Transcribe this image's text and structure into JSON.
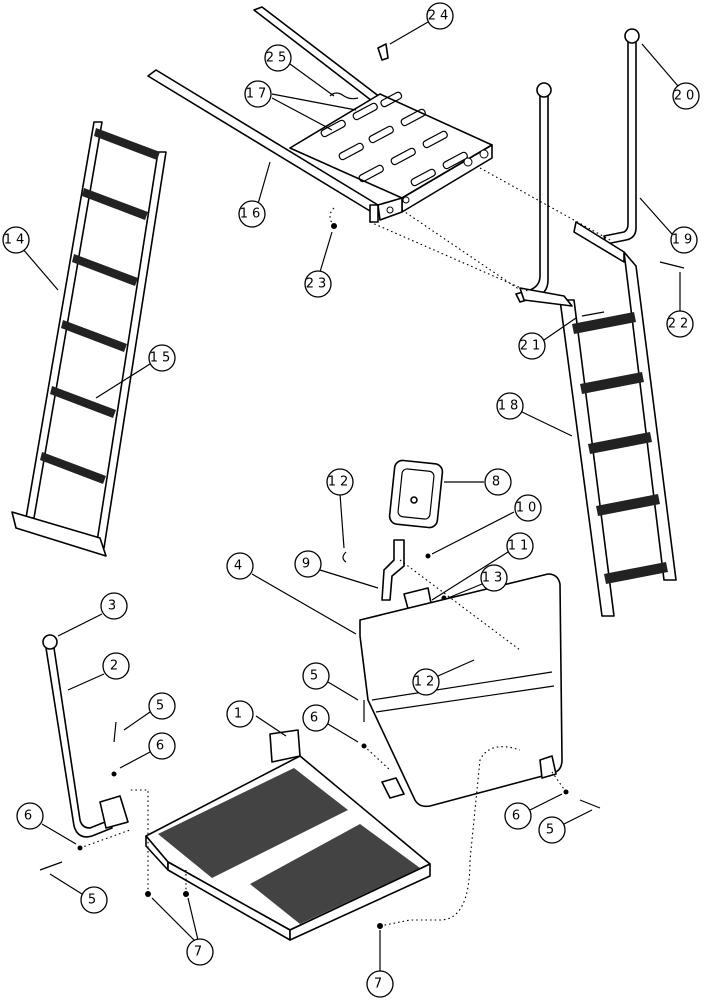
{
  "callouts": [
    {
      "id": "c1",
      "label": "1"
    },
    {
      "id": "c2",
      "label": "2"
    },
    {
      "id": "c3",
      "label": "3"
    },
    {
      "id": "c4",
      "label": "4"
    },
    {
      "id": "c5a",
      "label": "5"
    },
    {
      "id": "c5b",
      "label": "5"
    },
    {
      "id": "c5c",
      "label": "5"
    },
    {
      "id": "c5d",
      "label": "5"
    },
    {
      "id": "c6a",
      "label": "6"
    },
    {
      "id": "c6b",
      "label": "6"
    },
    {
      "id": "c6c",
      "label": "6"
    },
    {
      "id": "c6d",
      "label": "6"
    },
    {
      "id": "c7a",
      "label": "7"
    },
    {
      "id": "c7b",
      "label": "7"
    },
    {
      "id": "c8",
      "label": "8"
    },
    {
      "id": "c9",
      "label": "9"
    },
    {
      "id": "c10",
      "label": "10"
    },
    {
      "id": "c11",
      "label": "11"
    },
    {
      "id": "c12a",
      "label": "12"
    },
    {
      "id": "c12b",
      "label": "12"
    },
    {
      "id": "c13",
      "label": "13"
    },
    {
      "id": "c14",
      "label": "14"
    },
    {
      "id": "c15",
      "label": "15"
    },
    {
      "id": "c16",
      "label": "16"
    },
    {
      "id": "c17",
      "label": "17"
    },
    {
      "id": "c18",
      "label": "18"
    },
    {
      "id": "c19",
      "label": "19"
    },
    {
      "id": "c20",
      "label": "20"
    },
    {
      "id": "c21",
      "label": "21"
    },
    {
      "id": "c22",
      "label": "22"
    },
    {
      "id": "c23",
      "label": "23"
    },
    {
      "id": "c24",
      "label": "24"
    },
    {
      "id": "c25",
      "label": "25"
    }
  ]
}
